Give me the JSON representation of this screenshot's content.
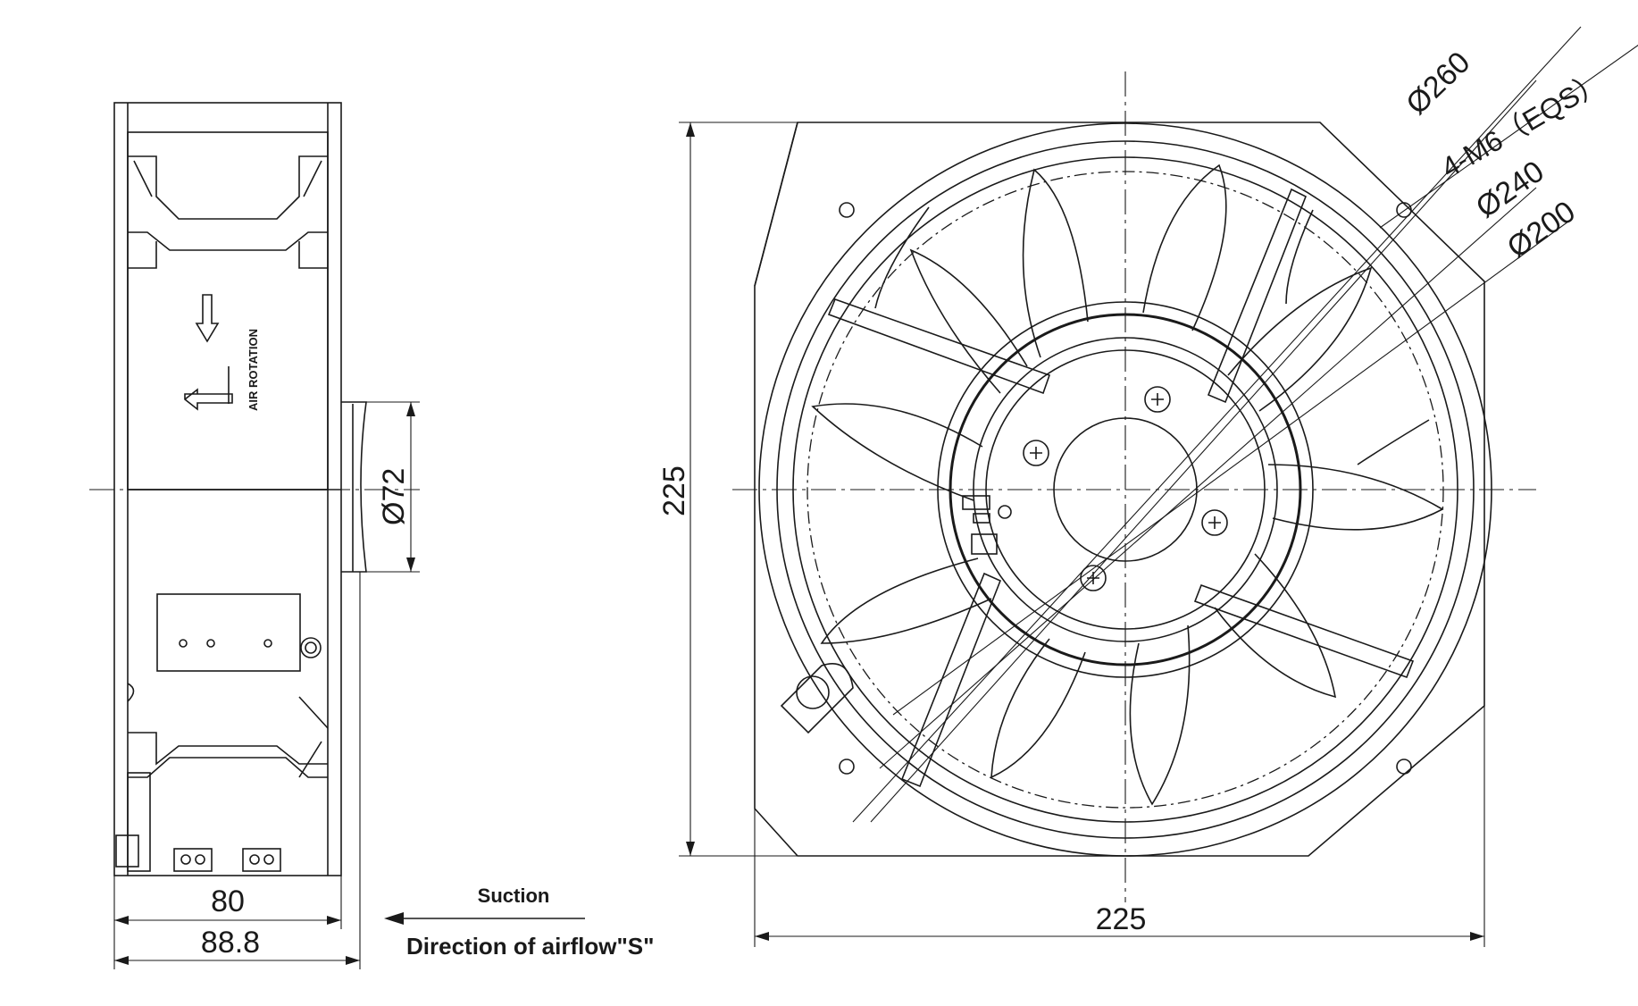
{
  "side_view": {
    "dim_width_inner": "80",
    "dim_width_outer": "88.8",
    "dim_hub_diameter": "Ø72",
    "rotation_label": "AIR  ROTATION"
  },
  "front_view": {
    "dim_height": "225",
    "dim_width": "225",
    "callouts": [
      "Ø260",
      "4-M6（EQS）",
      "Ø240",
      "Ø200"
    ]
  },
  "airflow": {
    "suction_label": "Suction",
    "direction_label": "Direction of airflow\"S\""
  }
}
